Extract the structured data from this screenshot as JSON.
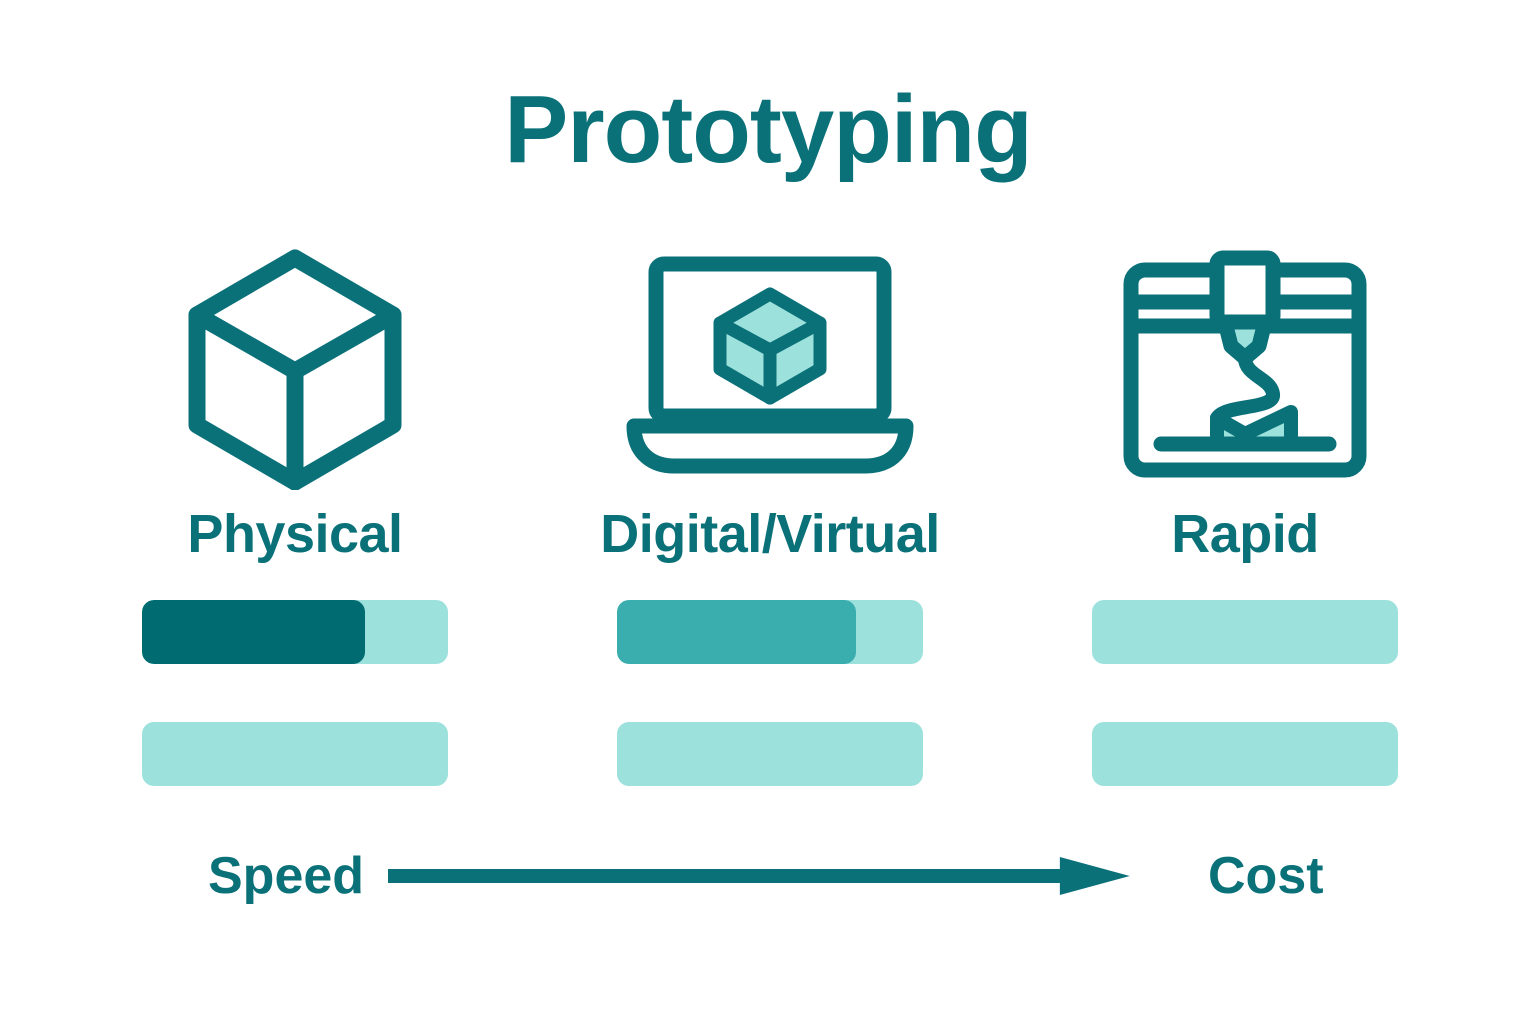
{
  "title": "Prototyping",
  "colors": {
    "brand_teal": "#0b7179",
    "dark_teal_fill": "#006b70",
    "mid_teal_fill": "#3aadae",
    "mint_track": "#9ce1dc",
    "background": "#ffffff"
  },
  "columns": [
    {
      "label": "Physical",
      "icon": "cube-icon"
    },
    {
      "label": "Digital/Virtual",
      "icon": "laptop-cube-icon"
    },
    {
      "label": "Rapid",
      "icon": "3d-printer-icon"
    }
  ],
  "bars": [
    {
      "column": "Physical",
      "top_fill_percent": 73,
      "top_fill_color": "#006b70",
      "bottom_fill_percent": 0,
      "bottom_fill_color": "#9ce1dc"
    },
    {
      "column": "Digital/Virtual",
      "top_fill_percent": 78,
      "top_fill_color": "#3aadae",
      "bottom_fill_percent": 0,
      "bottom_fill_color": "#9ce1dc"
    },
    {
      "column": "Rapid",
      "top_fill_percent": 0,
      "top_fill_color": "#9ce1dc",
      "bottom_fill_percent": 0,
      "bottom_fill_color": "#9ce1dc"
    }
  ],
  "axis": {
    "left_label": "Speed",
    "right_label": "Cost",
    "arrow_direction": "right",
    "arrow_icon": "arrow-right-icon"
  },
  "chart_data": {
    "type": "bar",
    "title": "Prototyping",
    "categories": [
      "Physical",
      "Digital/Virtual",
      "Rapid"
    ],
    "series": [
      {
        "name": "Speed",
        "values": [
          73,
          78,
          0
        ]
      },
      {
        "name": "Cost",
        "values": [
          0,
          0,
          0
        ]
      }
    ],
    "xlabel": "",
    "ylabel": "",
    "ylim": [
      0,
      100
    ],
    "grid": false,
    "legend": "none",
    "annotations": [
      "Speed",
      "Cost"
    ]
  }
}
